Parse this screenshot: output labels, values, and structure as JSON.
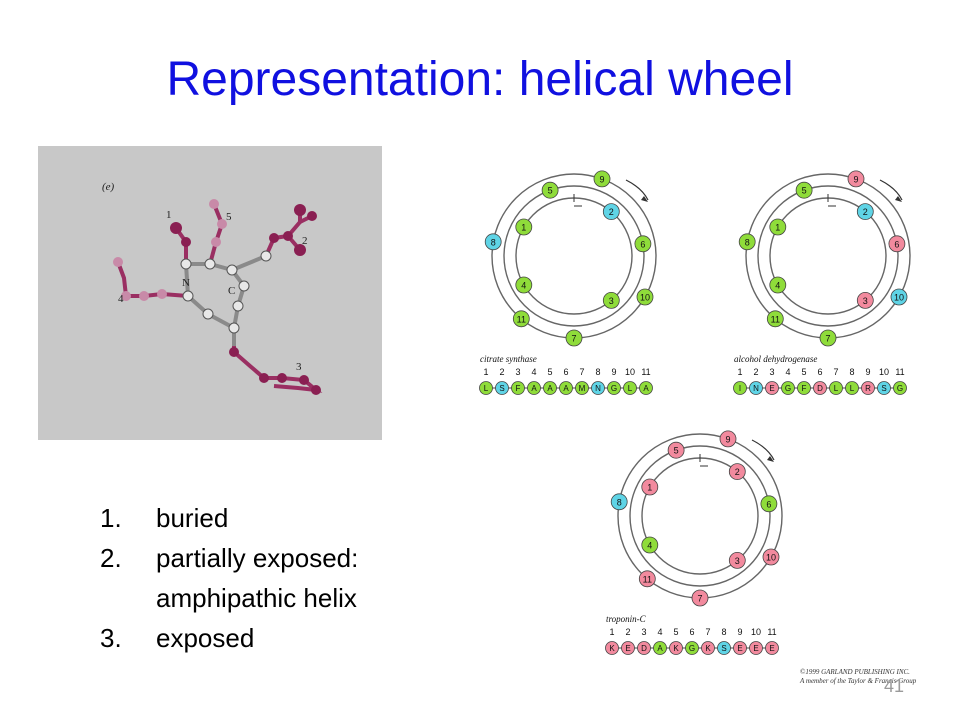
{
  "title": "Representation: helical wheel",
  "molecule": {
    "panel_label": "(e)",
    "atom_labels": [
      "1",
      "5",
      "2",
      "4",
      "N",
      "C",
      "3"
    ]
  },
  "list": [
    {
      "num": "1.",
      "text": "buried"
    },
    {
      "num": "2.",
      "text": "partially exposed:"
    },
    {
      "num": "",
      "text": "amphipathic helix"
    },
    {
      "num": "3.",
      "text": "exposed"
    }
  ],
  "slide_number": "41",
  "copyright": {
    "line1": "©1999 GARLAND PUBLISHING INC.",
    "line2": "A member of the Taylor & Francis Group"
  },
  "colors": {
    "hydrophobic": "#8fdc3a",
    "polar": "#5fd4e6",
    "charged": "#f28a9e",
    "title": "#1010e0"
  },
  "wheels": [
    {
      "name": "citrate synthase",
      "positions": [
        "1",
        "2",
        "3",
        "4",
        "5",
        "6",
        "7",
        "8",
        "9",
        "10",
        "11"
      ],
      "sequence": [
        "L",
        "S",
        "F",
        "A",
        "A",
        "A",
        "M",
        "N",
        "G",
        "L",
        "A"
      ],
      "residue_types": [
        "h",
        "p",
        "h",
        "h",
        "h",
        "h",
        "h",
        "p",
        "h",
        "h",
        "h"
      ]
    },
    {
      "name": "alcohol dehydrogenase",
      "positions": [
        "1",
        "2",
        "3",
        "4",
        "5",
        "6",
        "7",
        "8",
        "9",
        "10",
        "11"
      ],
      "sequence": [
        "I",
        "N",
        "E",
        "G",
        "F",
        "D",
        "L",
        "L",
        "R",
        "S",
        "G"
      ],
      "residue_types": [
        "h",
        "p",
        "c",
        "h",
        "h",
        "c",
        "h",
        "h",
        "c",
        "p",
        "h"
      ]
    },
    {
      "name": "troponin-C",
      "positions": [
        "1",
        "2",
        "3",
        "4",
        "5",
        "6",
        "7",
        "8",
        "9",
        "10",
        "11"
      ],
      "sequence": [
        "K",
        "E",
        "D",
        "A",
        "K",
        "G",
        "K",
        "S",
        "E",
        "E",
        "E"
      ],
      "residue_types": [
        "c",
        "c",
        "c",
        "h",
        "c",
        "h",
        "c",
        "p",
        "c",
        "c",
        "c"
      ]
    }
  ]
}
